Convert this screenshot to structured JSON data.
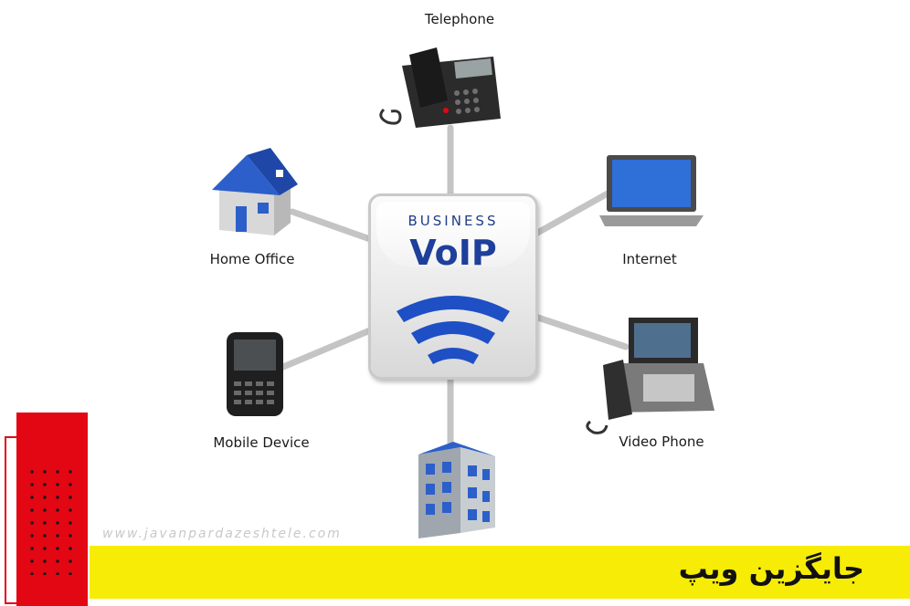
{
  "hub": {
    "title": "BUSINESS",
    "product": "VoIP"
  },
  "nodes": {
    "telephone": "Telephone",
    "home_office": "Home Office",
    "internet": "Internet",
    "mobile_device": "Mobile Device",
    "video_phone": "Video Phone"
  },
  "watermark": "www.javanpardazeshtele.com",
  "banner": {
    "text": "جایگزین ویپ"
  },
  "colors": {
    "accent_blue": "#1e4fc4",
    "banner_yellow": "#f7ec06",
    "deco_red": "#e30613"
  }
}
